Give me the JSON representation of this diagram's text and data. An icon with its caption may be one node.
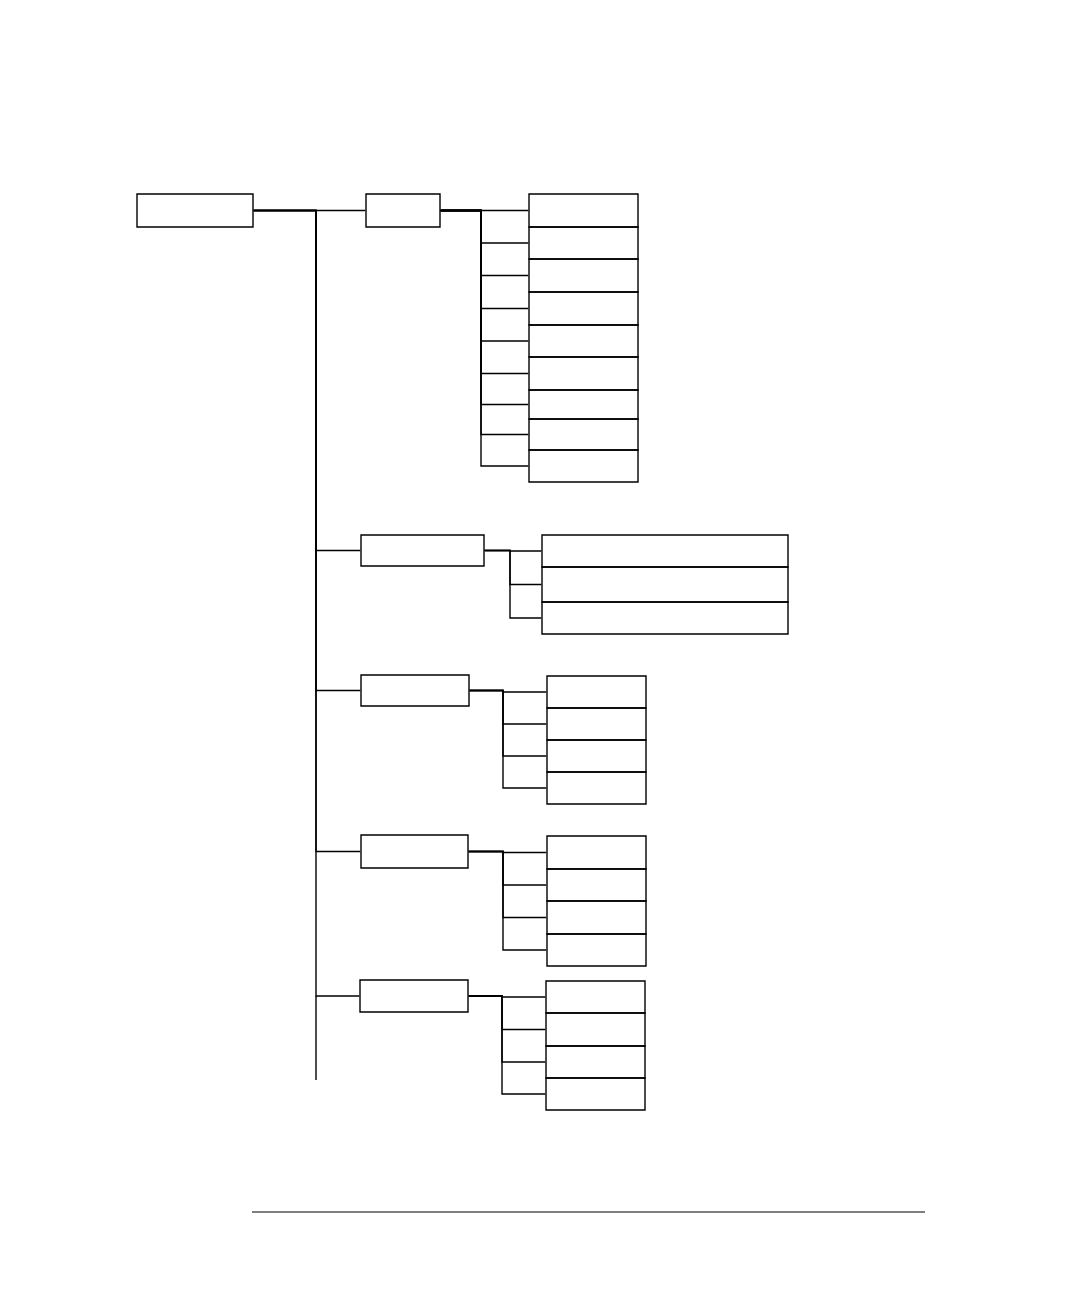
{
  "diagram": {
    "nodes": [
      {
        "text": [],
        "shape": "box"
      },
      {
        "text": [],
        "shape": "box"
      },
      {
        "text": [],
        "shape": "box"
      },
      {
        "text": [],
        "shape": "box"
      },
      {
        "text": [],
        "shape": "box"
      },
      {
        "text": [],
        "shape": "box"
      },
      {
        "text": [],
        "shape": "box"
      },
      {
        "text": [],
        "shape": "box"
      },
      {
        "text": [],
        "shape": "box"
      },
      {
        "text": [],
        "shape": "box"
      },
      {
        "text": [],
        "shape": "box"
      },
      {
        "text": [],
        "shape": "box"
      },
      {
        "text": [],
        "shape": "box"
      },
      {
        "text": [],
        "shape": "box"
      },
      {
        "text": [],
        "shape": "box"
      },
      {
        "text": [],
        "shape": "box"
      },
      {
        "text": [],
        "shape": "box"
      },
      {
        "text": [],
        "shape": "box"
      },
      {
        "text": [],
        "shape": "box"
      },
      {
        "text": [],
        "shape": "box"
      },
      {
        "text": [],
        "shape": "box"
      },
      {
        "text": [],
        "shape": "box"
      },
      {
        "text": [],
        "shape": "box"
      },
      {
        "text": [],
        "shape": "box"
      },
      {
        "text": [],
        "shape": "box"
      },
      {
        "text": [],
        "shape": "box"
      },
      {
        "text": [],
        "shape": "box"
      },
      {
        "text": [],
        "shape": "box"
      },
      {
        "text": [],
        "shape": "box"
      },
      {
        "text": [],
        "shape": "box"
      }
    ],
    "edges": [
      {
        "from": 0,
        "to": 1,
        "arrow": "none"
      },
      {
        "from": 0,
        "to": 11,
        "arrow": "none"
      },
      {
        "from": 0,
        "to": 15,
        "arrow": "none"
      },
      {
        "from": 0,
        "to": 20,
        "arrow": "none"
      },
      {
        "from": 0,
        "to": 25,
        "arrow": "none"
      },
      {
        "from": 1,
        "to": 2,
        "arrow": "none"
      },
      {
        "from": 1,
        "to": 3,
        "arrow": "none"
      },
      {
        "from": 1,
        "to": 4,
        "arrow": "none"
      },
      {
        "from": 1,
        "to": 5,
        "arrow": "none"
      },
      {
        "from": 1,
        "to": 6,
        "arrow": "none"
      },
      {
        "from": 1,
        "to": 7,
        "arrow": "none"
      },
      {
        "from": 1,
        "to": 8,
        "arrow": "none"
      },
      {
        "from": 1,
        "to": 9,
        "arrow": "none"
      },
      {
        "from": 1,
        "to": 10,
        "arrow": "none"
      },
      {
        "from": 11,
        "to": 12,
        "arrow": "none"
      },
      {
        "from": 11,
        "to": 13,
        "arrow": "none"
      },
      {
        "from": 11,
        "to": 14,
        "arrow": "none"
      },
      {
        "from": 15,
        "to": 16,
        "arrow": "none"
      },
      {
        "from": 15,
        "to": 17,
        "arrow": "none"
      },
      {
        "from": 15,
        "to": 18,
        "arrow": "none"
      },
      {
        "from": 15,
        "to": 19,
        "arrow": "none"
      },
      {
        "from": 20,
        "to": 21,
        "arrow": "none"
      },
      {
        "from": 20,
        "to": 22,
        "arrow": "none"
      },
      {
        "from": 20,
        "to": 23,
        "arrow": "none"
      },
      {
        "from": 20,
        "to": 24,
        "arrow": "none"
      },
      {
        "from": 25,
        "to": 26,
        "arrow": "none"
      },
      {
        "from": 25,
        "to": 27,
        "arrow": "none"
      },
      {
        "from": 25,
        "to": 28,
        "arrow": "none"
      },
      {
        "from": 25,
        "to": 29,
        "arrow": "none"
      }
    ]
  }
}
